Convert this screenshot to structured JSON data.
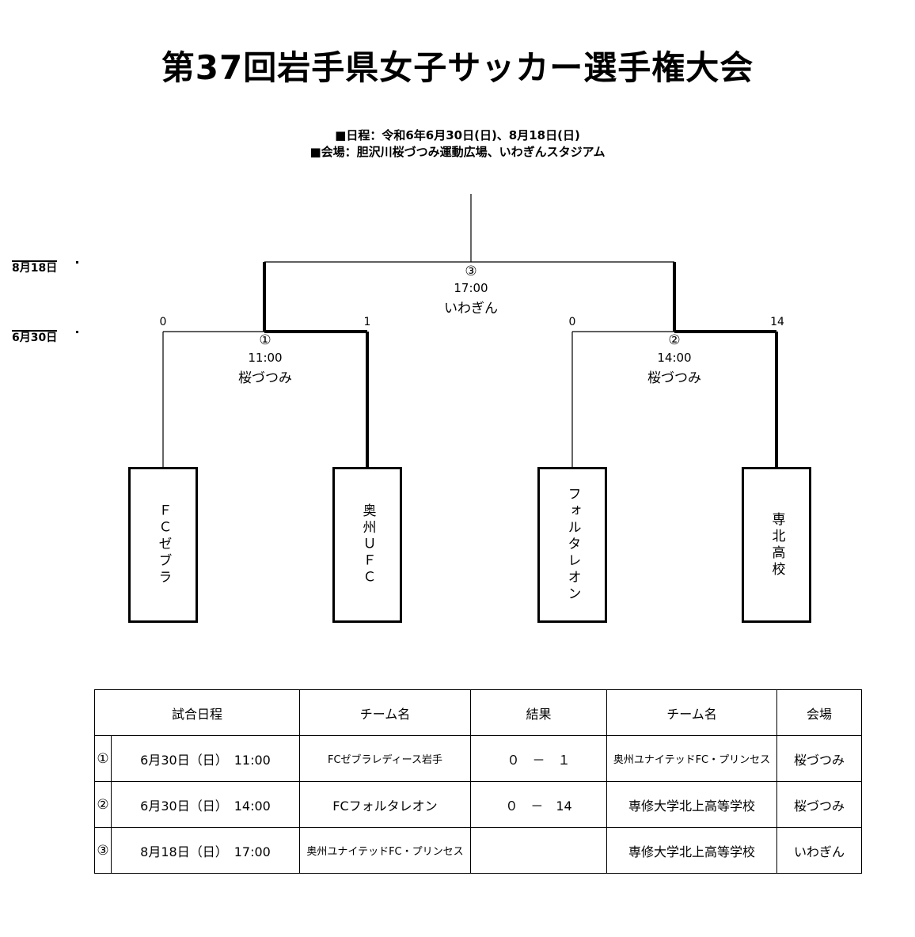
{
  "title": "第37回岩手県女子サッカー選手権大会",
  "info": {
    "schedule": "■日程：令和6年6月30日(日)、8月18日(日)",
    "venue": "■会場：胆沢川桜づつみ運動広場、いわぎんスタジアム"
  },
  "round_dates": {
    "final": "8月18日",
    "semi": "6月30日"
  },
  "bracket": {
    "match1": {
      "num": "①",
      "time": "11:00",
      "venue": "桜づつみ",
      "score_left": "0",
      "score_right": "1"
    },
    "match2": {
      "num": "②",
      "time": "14:00",
      "venue": "桜づつみ",
      "score_left": "0",
      "score_right": "14"
    },
    "match3": {
      "num": "③",
      "time": "17:00",
      "venue": "いわぎん"
    }
  },
  "teams": [
    {
      "name": "ＦＣゼブラ"
    },
    {
      "name": "奥州ＵＦＣ"
    },
    {
      "name": "フォルタレオン"
    },
    {
      "name": "専北高校"
    }
  ],
  "table": {
    "headers": [
      "試合日程",
      "チーム名",
      "結果",
      "チーム名",
      "会場"
    ],
    "rows": [
      {
        "num": "①",
        "date": "6月30日（日）　11:00",
        "team1": "FCゼブラレディース岩手",
        "result": "０　－　１",
        "team2": "奥州ユナイテッドFC・プリンセス",
        "venue": "桜づつみ"
      },
      {
        "num": "②",
        "date": "6月30日（日）　14:00",
        "team1": "FCフォルタレオン",
        "result": "０　－　14",
        "team2": "専修大学北上高等学校",
        "venue": "桜づつみ"
      },
      {
        "num": "③",
        "date": "8月18日（日）　17:00",
        "team1": "奥州ユナイテッドFC・プリンセス",
        "result": "",
        "team2": "専修大学北上高等学校",
        "venue": "いわぎん"
      }
    ]
  },
  "colors": {
    "line": "#000000",
    "background": "#ffffff"
  }
}
